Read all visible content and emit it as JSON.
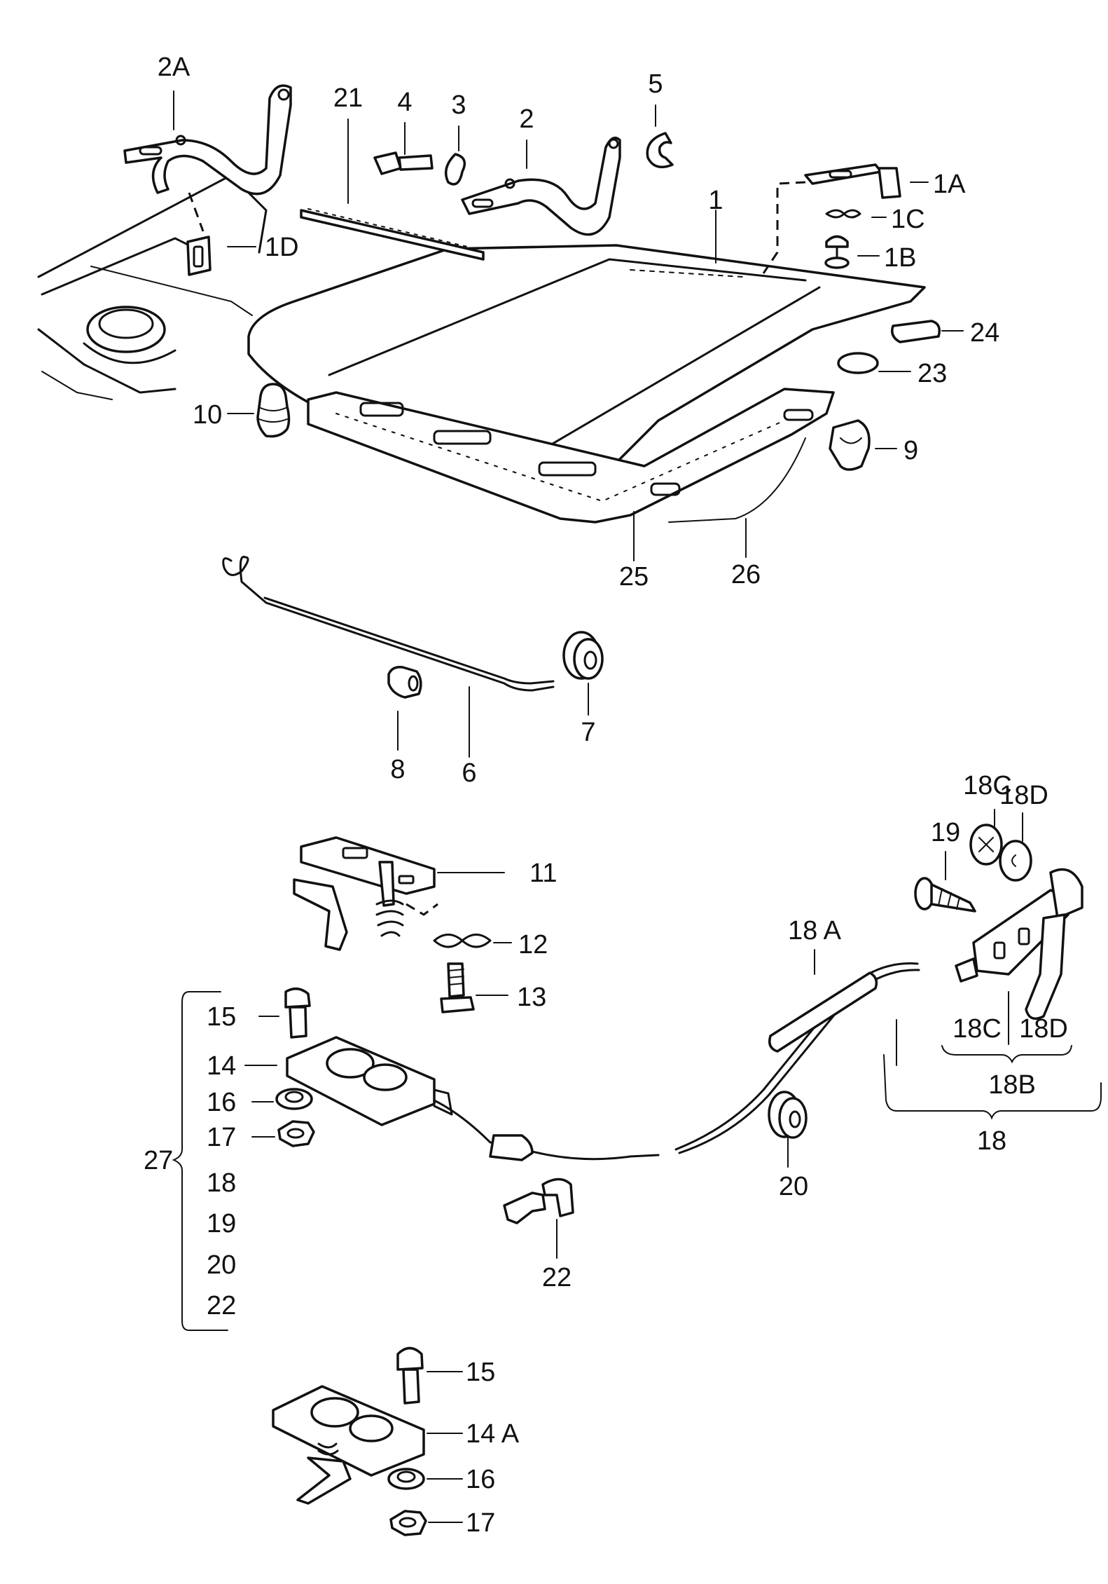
{
  "labels": {
    "p1": "1",
    "p1A": "1A",
    "p1B": "1B",
    "p1C": "1C",
    "p1D": "1D",
    "p2": "2",
    "p2A": "2A",
    "p3": "3",
    "p4": "4",
    "p5": "5",
    "p6": "6",
    "p7": "7",
    "p8": "8",
    "p9": "9",
    "p10": "10",
    "p11": "11",
    "p12": "12",
    "p13": "13",
    "p14": "14",
    "p14A": "14 A",
    "p15": "15",
    "p16": "16",
    "p17": "17",
    "p15b": "15",
    "p16b": "16",
    "p17b": "17",
    "p18": "18",
    "p18A": "18 A",
    "p18B": "18B",
    "p18C": "18C",
    "p18D": "18D",
    "p18C_top": "18C",
    "p18D_top": "18D",
    "p19": "19",
    "p20": "20",
    "p21": "21",
    "p22": "22",
    "p23": "23",
    "p24": "24",
    "p25": "25",
    "p26": "26",
    "p27": "27"
  },
  "kit27": [
    "15",
    "14",
    "16",
    "17",
    "18",
    "19",
    "20",
    "22"
  ]
}
